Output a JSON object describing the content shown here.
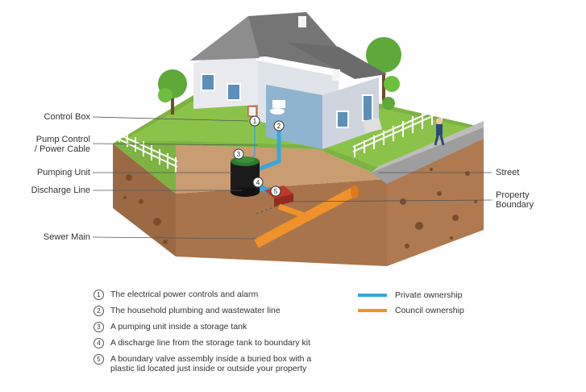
{
  "callouts": {
    "control_box": "Control Box",
    "pump_control_1": "Pump Control",
    "pump_control_2": "/ Power Cable",
    "pumping_unit": "Pumping Unit",
    "discharge_line": "Discharge Line",
    "sewer_main": "Sewer Main",
    "street": "Street",
    "property_1": "Property",
    "property_2": "Boundary"
  },
  "markers": [
    "1",
    "2",
    "3",
    "4",
    "5"
  ],
  "legend": [
    {
      "num": "1",
      "text": "The electrical power controls and alarm"
    },
    {
      "num": "2",
      "text": "The household plumbing and wastewater line"
    },
    {
      "num": "3",
      "text": "A pumping unit inside a storage tank"
    },
    {
      "num": "4",
      "text": "A discharge line from the storage tank to boundary kit"
    },
    {
      "num": "5",
      "text": "A boundary valve assembly inside a buried box with a",
      "text2": "plastic lid located just inside or outside your property"
    }
  ],
  "ownership": {
    "private": {
      "label": "Private ownership",
      "color": "#3aa6dc"
    },
    "council": {
      "label": "Council ownership",
      "color": "#f0922c"
    }
  },
  "colors": {
    "grass": "#7cb342",
    "soil": "#b8845a",
    "soil_dark": "#8a5a35",
    "pipe": "#f0922c",
    "house_blue": "#8fb4cf"
  }
}
